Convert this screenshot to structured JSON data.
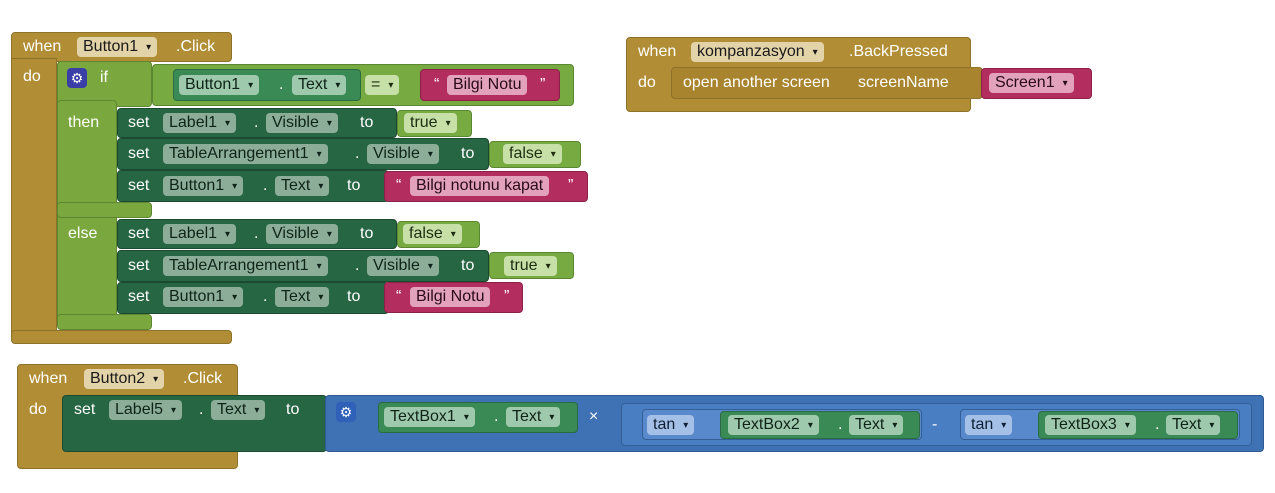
{
  "common": {
    "when": "when",
    "do": "do",
    "set": "set",
    "to": "to",
    "dot": ".",
    "then": "then",
    "else": "else",
    "if": "if",
    "eq": "=",
    "open_quote": "“",
    "close_quote": "”",
    "times": "×",
    "minus": "-",
    "arrow": "▾",
    "gear": "⚙"
  },
  "event1": {
    "component": "Button1",
    "event": ".Click",
    "condition": {
      "component": "Button1",
      "property": "Text",
      "value": "Bilgi Notu"
    },
    "then": [
      {
        "component": "Label1",
        "property": "Visible",
        "value": "true"
      },
      {
        "component": "TableArrangement1",
        "property": "Visible",
        "value": "false"
      },
      {
        "component": "Button1",
        "property": "Text",
        "value": "Bilgi notunu kapat"
      }
    ],
    "else": [
      {
        "component": "Label1",
        "property": "Visible",
        "value": "false"
      },
      {
        "component": "TableArrangement1",
        "property": "Visible",
        "value": "true"
      },
      {
        "component": "Button1",
        "property": "Text",
        "value": "Bilgi Notu"
      }
    ]
  },
  "event2": {
    "component": "kompanzasyon",
    "event": ".BackPressed",
    "action": "open another screen",
    "param": "screenName",
    "screen": "Screen1"
  },
  "event3": {
    "component": "Button2",
    "event": ".Click",
    "target": {
      "component": "Label5",
      "property": "Text"
    },
    "operand1": {
      "component": "TextBox1",
      "property": "Text"
    },
    "func": "tan",
    "operand2": {
      "component": "TextBox2",
      "property": "Text"
    },
    "operand3": {
      "component": "TextBox3",
      "property": "Text"
    }
  }
}
